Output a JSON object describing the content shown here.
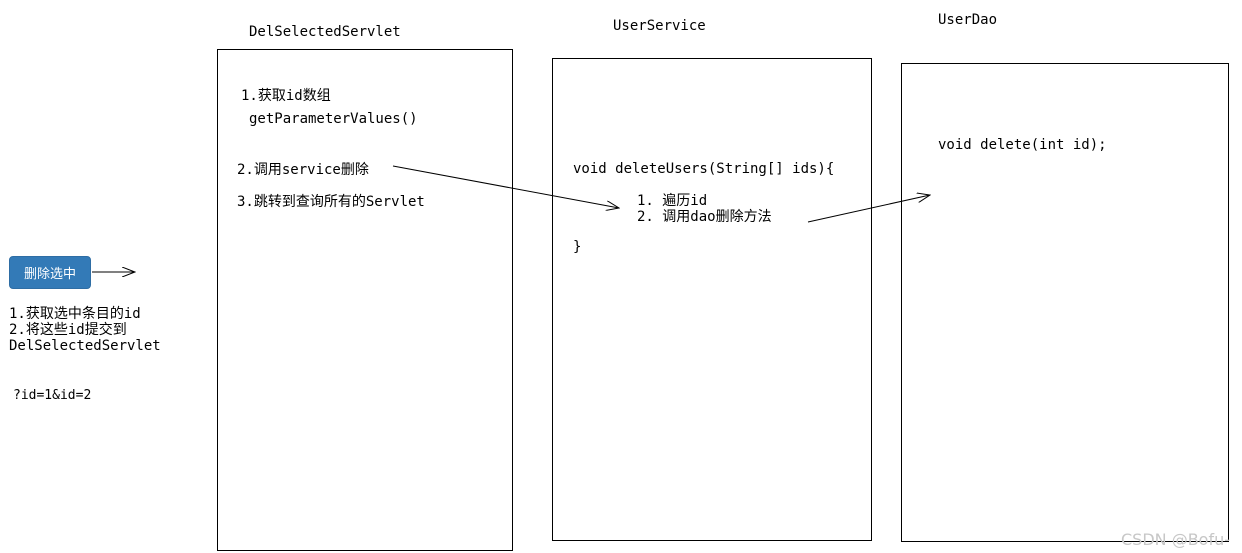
{
  "titles": {
    "servlet": "DelSelectedServlet",
    "service": "UserService",
    "dao": "UserDao"
  },
  "left": {
    "button_label": "删除选中",
    "step1": "1.获取选中条目的id",
    "step2": "2.将这些id提交到",
    "step2_target": "DelSelectedServlet",
    "query": "?id=1&id=2"
  },
  "servlet": {
    "step1": "1.获取id数组",
    "step1_method": "getParameterValues()",
    "step2": "2.调用service删除",
    "step3": "3.跳转到查询所有的Servlet"
  },
  "service": {
    "signature": "void deleteUsers(String[] ids){",
    "item1": "1. 遍历id",
    "item2": "2. 调用dao删除方法",
    "close": "}"
  },
  "dao": {
    "signature": "void delete(int id);"
  },
  "watermark": "CSDN @Bofu-"
}
